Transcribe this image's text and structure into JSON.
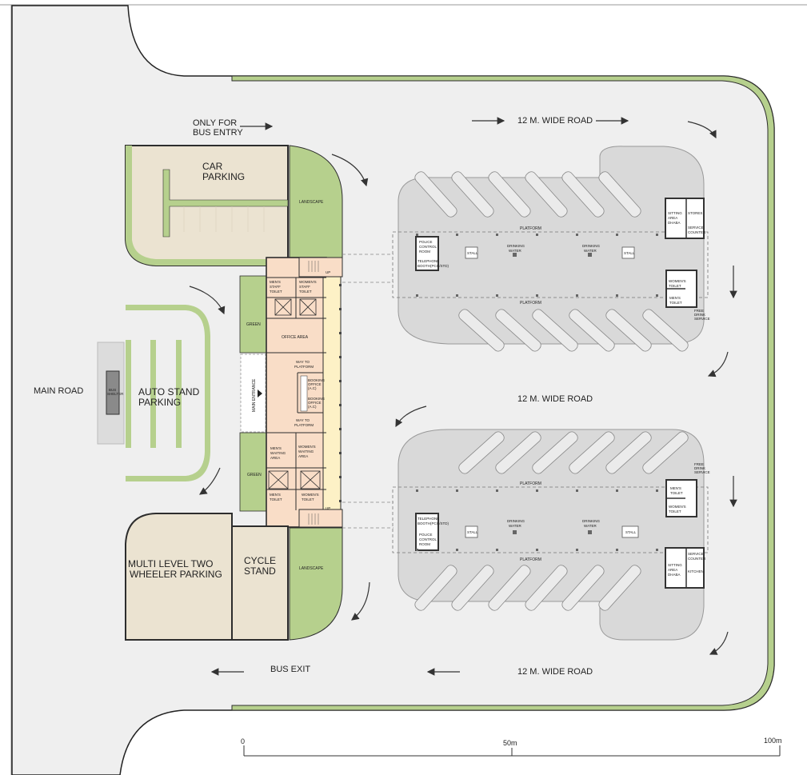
{
  "labels": {
    "only_for_line1": "ONLY FOR",
    "only_for_line2": "BUS ENTRY",
    "road_top": "12 M. WIDE ROAD",
    "road_middle": "12 M. WIDE ROAD",
    "road_bottom": "12 M. WIDE ROAD",
    "car_parking_1": "CAR",
    "car_parking_2": "PARKING",
    "landscape": "LANDSCAPE",
    "main_road": "MAIN ROAD",
    "bus_shelter_1": "BUS",
    "bus_shelter_2": "SHELTER",
    "auto_stand_1": "AUTO  STAND",
    "auto_stand_2": "PARKING",
    "green": "GREEN",
    "main_entrance": "MAIN ENTRANCE",
    "mens_staff_toilet_1": "MEN'S",
    "mens_staff_toilet_2": "STAFF",
    "mens_staff_toilet_3": "TOILET",
    "womens_staff_toilet_1": "WOMEN'S",
    "womens_staff_toilet_2": "STAFF",
    "womens_staff_toilet_3": "TOILET",
    "office_area": "OFFICE AREA",
    "way_to_platform_1": "WAY  TO",
    "way_to_platform_2": "PLATFORM",
    "booking_office_1": "BOOKING",
    "booking_office_2": "OFFICE",
    "booking_office_3": "(A.C)",
    "mens_waiting_1": "MEN'S",
    "mens_waiting_2": "WAITING",
    "mens_waiting_3": "AREA",
    "womens_waiting_1": "WOMEN'S",
    "womens_waiting_2": "WAITING",
    "womens_waiting_3": "AREA",
    "mens_toilet_1": "MEN'S",
    "mens_toilet_2": "TOILET",
    "womens_toilet_1": "WOMEN'S",
    "womens_toilet_2": "TOILET",
    "up": "UP",
    "multi_level_1": "MULTI LEVEL TWO",
    "multi_level_2": "WHEELER PARKING",
    "cycle_stand_1": "CYCLE",
    "cycle_stand_2": "STAND",
    "bus_exit": "BUS EXIT",
    "platform": "PLATFORM",
    "police_1": "POLICE",
    "police_2": "CONTROL",
    "police_3": "ROOM",
    "telephone_1": "TELEPHONE",
    "telephone_2": "BOOTH(PCO/STD)",
    "stall": "STALL",
    "drinking_1": "DRINKING",
    "drinking_2": "WATER",
    "sitting_1": "SITTING",
    "sitting_2": "AREA",
    "sitting_3": "DHABA",
    "stores": "STORES",
    "service_1": "SERVICE",
    "service_2": "COUNTER",
    "kitchen": "KITCHEN",
    "free_drink_1": "FREE",
    "free_drink_2": "DRINK",
    "free_drink_3": "SERVICE",
    "scale_0": "0",
    "scale_50": "50m",
    "scale_100": "100m"
  },
  "colors": {
    "road": "#efefef",
    "green": "#b6d08d",
    "green_edge": "#7fb04d",
    "parking": "#ebe3d1",
    "building": "#f9ddc7",
    "corridor": "#fdf1c6",
    "platform_island": "#d9d9d9"
  }
}
